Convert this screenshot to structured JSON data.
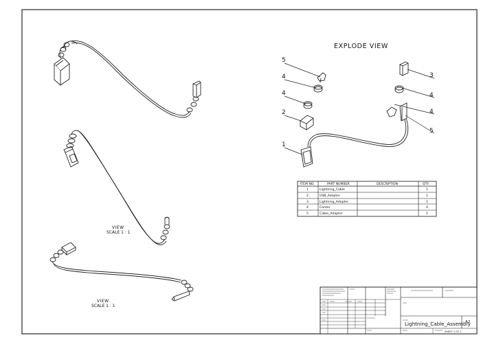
{
  "drawing": {
    "explode_title": "EXPLODE VIEW",
    "view_label_1": "VIEW",
    "scale_label_1": "SCALE 1 : 1",
    "view_label_2": "VIEW",
    "scale_label_2": "SCALE 1 : 1",
    "balloons_left": [
      "5",
      "4",
      "4",
      "2",
      "1"
    ],
    "balloons_right": [
      "3",
      "4",
      "4",
      "5"
    ]
  },
  "bom": {
    "headers": [
      "ITEM NO.",
      "PART NUMBER",
      "DESCRIPTION",
      "QTY."
    ],
    "rows": [
      [
        "1",
        "Lightning_Cable",
        "",
        "1"
      ],
      [
        "2",
        "USB_Adapter",
        "",
        "1"
      ],
      [
        "3",
        "Lightning_Adapter",
        "",
        "1"
      ],
      [
        "4",
        "Center",
        "",
        "4"
      ],
      [
        "5",
        "Cable_Adapter",
        "",
        "2"
      ]
    ]
  },
  "title_block": {
    "title": "Lightning_Cable_Assembly",
    "size": "A2",
    "sheet": "SHEET 1 OF 1"
  }
}
